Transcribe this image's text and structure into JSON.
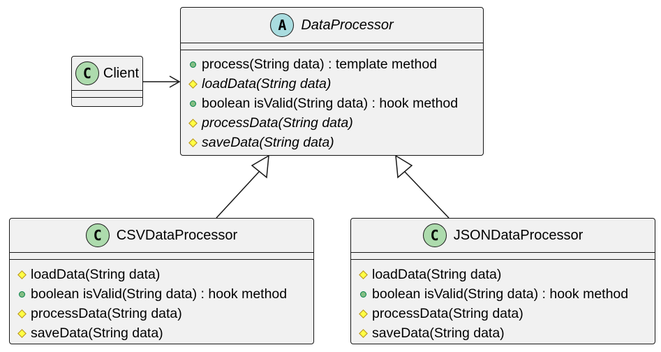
{
  "classes": {
    "data_processor": {
      "name": "DataProcessor",
      "stereotype_letter": "A",
      "kind": "abstract",
      "members": [
        {
          "text": "process(String data) : template method",
          "visibility": "public",
          "abstract": false
        },
        {
          "text": "loadData(String data)",
          "visibility": "protected",
          "abstract": true
        },
        {
          "text": "boolean isValid(String data) : hook method",
          "visibility": "public",
          "abstract": false
        },
        {
          "text": "processData(String data)",
          "visibility": "protected",
          "abstract": true
        },
        {
          "text": "saveData(String data)",
          "visibility": "protected",
          "abstract": true
        }
      ]
    },
    "client": {
      "name": "Client",
      "stereotype_letter": "C",
      "kind": "class",
      "members": []
    },
    "csv": {
      "name": "CSVDataProcessor",
      "stereotype_letter": "C",
      "kind": "class",
      "members": [
        {
          "text": "loadData(String data)",
          "visibility": "protected",
          "abstract": false
        },
        {
          "text": "boolean isValid(String data) : hook method",
          "visibility": "public",
          "abstract": false
        },
        {
          "text": "processData(String data)",
          "visibility": "protected",
          "abstract": false
        },
        {
          "text": "saveData(String data)",
          "visibility": "protected",
          "abstract": false
        }
      ]
    },
    "json": {
      "name": "JSONDataProcessor",
      "stereotype_letter": "C",
      "kind": "class",
      "members": [
        {
          "text": "loadData(String data)",
          "visibility": "protected",
          "abstract": false
        },
        {
          "text": "boolean isValid(String data) : hook method",
          "visibility": "public",
          "abstract": false
        },
        {
          "text": "processData(String data)",
          "visibility": "protected",
          "abstract": false
        },
        {
          "text": "saveData(String data)",
          "visibility": "protected",
          "abstract": false
        }
      ]
    }
  },
  "relations": [
    {
      "from": "Client",
      "to": "DataProcessor",
      "type": "association"
    },
    {
      "from": "CSVDataProcessor",
      "to": "DataProcessor",
      "type": "inheritance"
    },
    {
      "from": "JSONDataProcessor",
      "to": "DataProcessor",
      "type": "inheritance"
    }
  ],
  "colors": {
    "class_fill": "#f1f1f1",
    "border": "#181818",
    "class_badge": "#addbad",
    "abstract_badge": "#a9dcdf",
    "public_marker": "#84be84",
    "protected_marker": "#ffff44"
  }
}
